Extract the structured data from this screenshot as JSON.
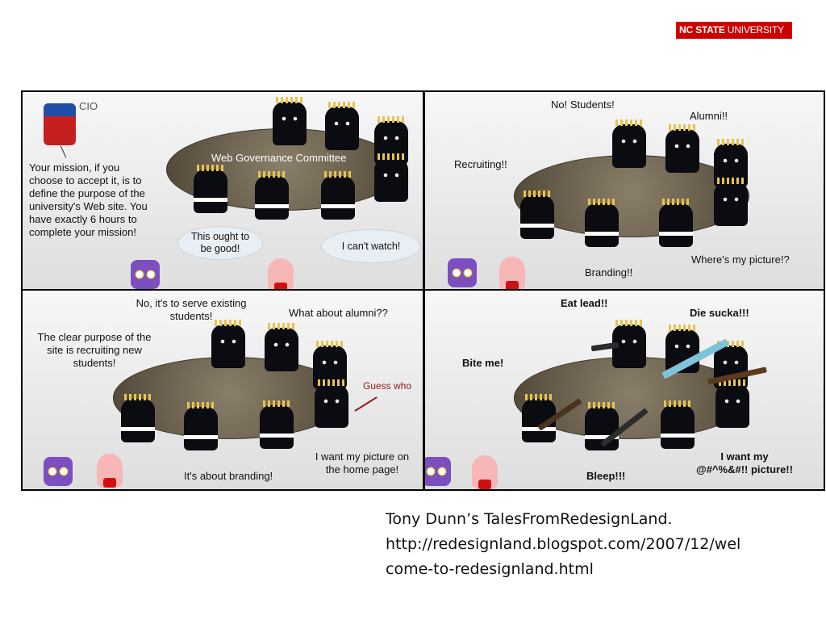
{
  "logo": {
    "bold": "NC STATE",
    "rest": " UNIVERSITY"
  },
  "panel1": {
    "cio_label": "CIO",
    "mission": [
      "Your mission, if you",
      "choose to accept it, is to",
      "define the purpose of the",
      "university's Web site. You",
      "have exactly 6 hours to",
      "complete your mission!"
    ],
    "committee": "Web Governance Committee",
    "bubble_left": [
      "This ought to",
      "be good!"
    ],
    "bubble_right": "I can't watch!"
  },
  "panel2": {
    "students": "No! Students!",
    "alumni": "Alumni!!",
    "recruiting": "Recruiting!!",
    "branding": "Branding!!",
    "picture": "Where's my picture!?"
  },
  "panel3": {
    "serve": [
      "No, it's to serve existing",
      "students!"
    ],
    "alumni": "What about alumni??",
    "clear": [
      "The clear purpose of the",
      "site is recruiting new",
      "students!"
    ],
    "guess": "Guess who",
    "branding": "It's about branding!",
    "picture": [
      "I want my picture on",
      "the home page!"
    ]
  },
  "panel4": {
    "eat": "Eat lead!!",
    "die": "Die sucka!!!",
    "bite": "Bite me!",
    "bleep": "Bleep!!!",
    "picture": [
      "I want my",
      "@#^%&#!! picture!!"
    ]
  },
  "credit": [
    "Tony Dunn’s TalesFromRedesignLand.",
    "http://redesignland.blogspot.com/2007/12/wel",
    "come-to-redesignland.html"
  ]
}
